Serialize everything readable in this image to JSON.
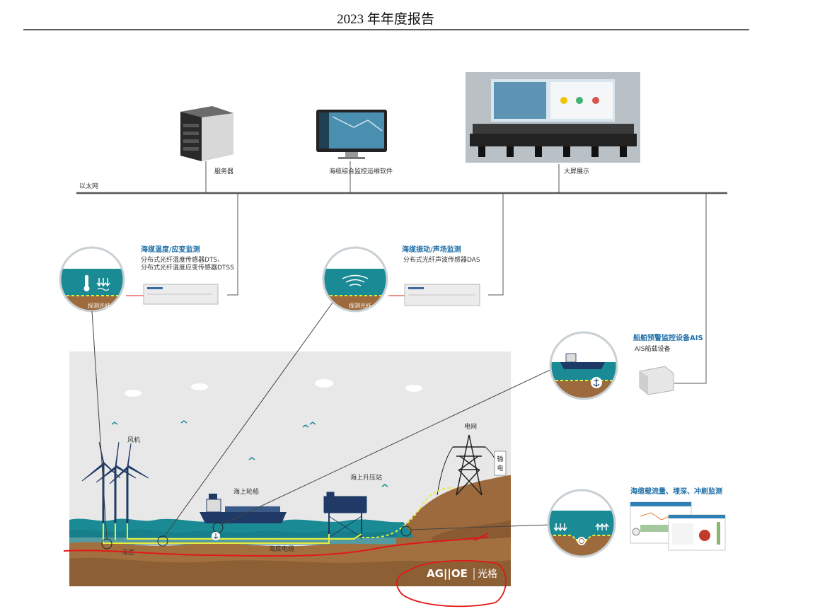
{
  "header": {
    "title": "2023 年年度报告"
  },
  "network": {
    "ethernet_label": "以太网",
    "server_label": "服务器",
    "software_label": "海缆综合监控运维软件",
    "display_label": "大屏展示"
  },
  "dts": {
    "title": "海缆温度/应变监测",
    "line1": "分布式光纤温度传感器DTS、",
    "line2": "分布式光纤温度应变传感器DTSS",
    "fiber_label": "探测光纤"
  },
  "das": {
    "title": "海缆振动/声场监测",
    "line1": "分布式光纤声波传感器DAS",
    "fiber_label": "探测光纤"
  },
  "ais": {
    "title": "船舶预警监控设备AIS",
    "line1": "AIS船载设备"
  },
  "burial": {
    "title": "海缆载流量、埋深、冲刷监测"
  },
  "scene": {
    "wind_label": "风机",
    "ship_label": "海上轮船",
    "substation_label": "海上升压站",
    "grid_label": "电网",
    "transmission_line1": "输",
    "transmission_line2": "电",
    "cable_label": "海底电缆",
    "cable_label_left": "海底",
    "logo_text": "AG||OE",
    "logo_cn": "光格"
  },
  "colors": {
    "sea": "#1a8a94",
    "seabed": "#9c6a3d",
    "sky": "#e8e8e8",
    "cable": "#e4ec3c",
    "accent": "#1e6fa8",
    "annotation": "#e01818"
  }
}
